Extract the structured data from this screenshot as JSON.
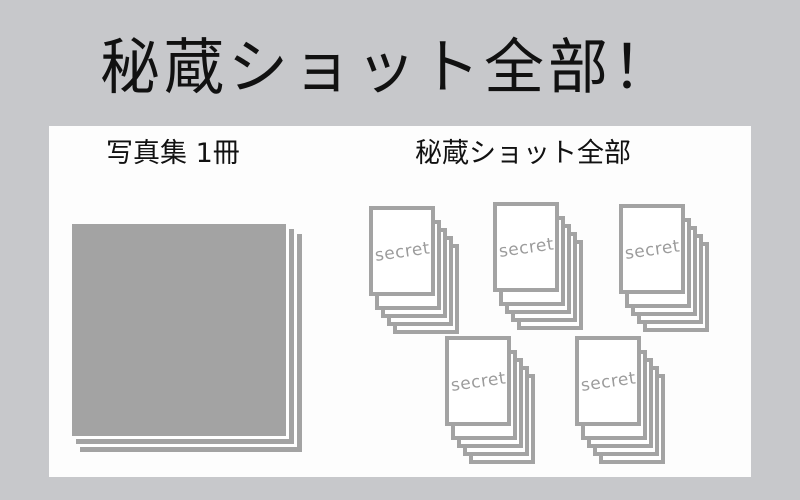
{
  "headline": "秘蔵ショット全部！",
  "panel": {
    "left_label": "写真集 1冊",
    "right_label": "秘蔵ショット全部",
    "photobook": {
      "sheets": 3,
      "color": "#a3a3a3"
    },
    "secret_stacks": [
      {
        "card_text": "secret",
        "cards": 5
      },
      {
        "card_text": "secret",
        "cards": 5
      },
      {
        "card_text": "secret",
        "cards": 5
      },
      {
        "card_text": "secret",
        "cards": 5
      },
      {
        "card_text": "secret",
        "cards": 5
      }
    ]
  },
  "colors": {
    "background": "#c7c8cb",
    "panel": "#fdfdfd",
    "illustration_gray": "#a3a3a3",
    "text": "#111111"
  }
}
